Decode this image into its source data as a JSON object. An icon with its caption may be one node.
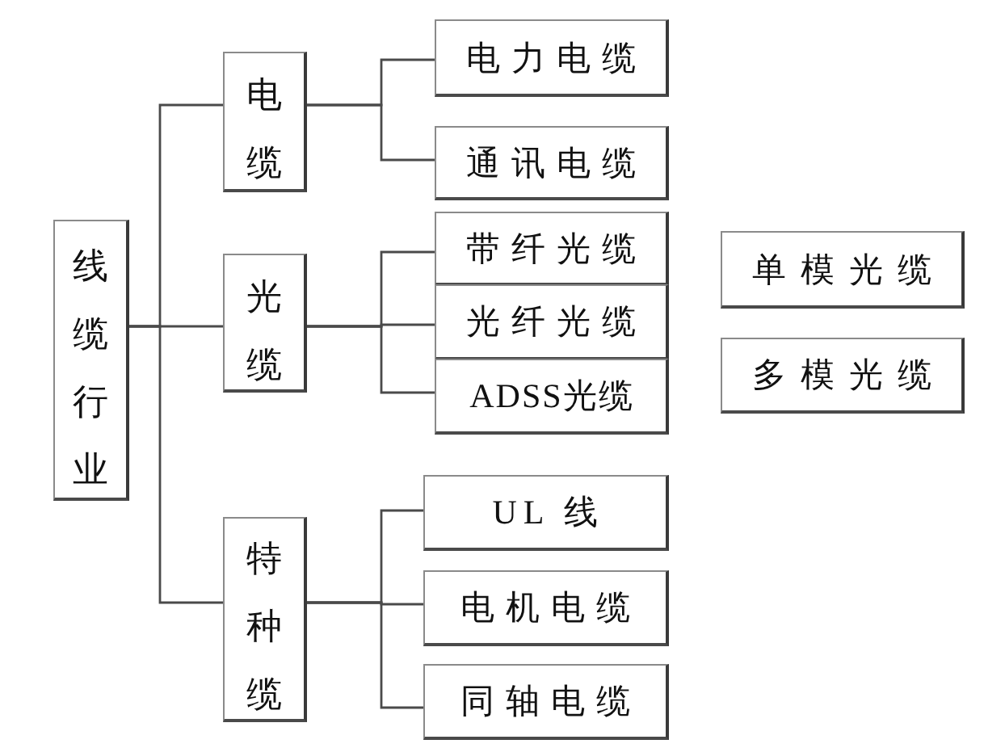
{
  "diagram": {
    "nodes": [
      {
        "text": [
          "线缆行业"
        ]
      },
      {
        "text": [
          "电缆"
        ]
      },
      {
        "text": [
          "光缆"
        ]
      },
      {
        "text": [
          "特种缆"
        ]
      },
      {
        "text": [
          "电力电缆"
        ]
      },
      {
        "text": [
          "通讯电缆"
        ]
      },
      {
        "text": [
          "带纤光缆"
        ]
      },
      {
        "text": [
          "光纤光缆"
        ]
      },
      {
        "text": [
          "ADSS光缆"
        ]
      },
      {
        "text": [
          "单模光缆"
        ]
      },
      {
        "text": [
          "多模光缆"
        ]
      },
      {
        "text": [
          "UL 线"
        ]
      },
      {
        "text": [
          "电机电缆"
        ]
      },
      {
        "text": [
          "同轴电缆"
        ]
      }
    ],
    "edges": [
      {
        "from": 0,
        "to": 1,
        "arrow": "none"
      },
      {
        "from": 0,
        "to": 2,
        "arrow": "none"
      },
      {
        "from": 0,
        "to": 3,
        "arrow": "none"
      },
      {
        "from": 1,
        "to": 4,
        "arrow": "none"
      },
      {
        "from": 1,
        "to": 5,
        "arrow": "none"
      },
      {
        "from": 2,
        "to": 6,
        "arrow": "none"
      },
      {
        "from": 2,
        "to": 7,
        "arrow": "none"
      },
      {
        "from": 2,
        "to": 8,
        "arrow": "none"
      },
      {
        "from": 3,
        "to": 11,
        "arrow": "none"
      },
      {
        "from": 3,
        "to": 12,
        "arrow": "none"
      },
      {
        "from": 3,
        "to": 13,
        "arrow": "none"
      }
    ]
  }
}
